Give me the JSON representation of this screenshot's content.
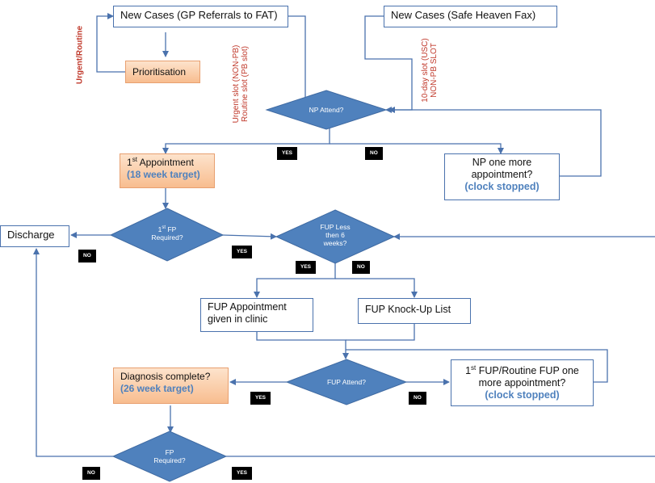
{
  "boxes": {
    "new_cases_gp": "New Cases (GP Referrals to FAT)",
    "new_cases_fax": "New Cases (Safe Heaven  Fax)",
    "prioritisation": "Prioritisation",
    "first_appointment_sup": "st",
    "first_appointment_prefix": "1",
    "first_appointment_text": " Appointment",
    "first_appointment_target": "(18 week target)",
    "np_one_more_line1": "NP one more",
    "np_one_more_line2": "appointment?",
    "np_one_more_clock": "(clock stopped)",
    "discharge": "Discharge",
    "fup_given_line1": "FUP Appointment",
    "fup_given_line2": "given in clinic",
    "fup_knockup": "FUP Knock-Up List",
    "diagnosis_complete": "Diagnosis complete?",
    "diagnosis_target": "(26 week target)",
    "fup_routine_prefix": "1",
    "fup_routine_sup": "st",
    "fup_routine_line1": " FUP/Routine FUP one",
    "fup_routine_line2": "more appointment?",
    "fup_routine_clock": "(clock stopped)"
  },
  "diamonds": {
    "np_attend": "NP Attend?",
    "first_fp_prefix": "1",
    "first_fp_sup": "st",
    "first_fp_text": " FP",
    "first_fp_line2": "Required?",
    "fup_less_line1": "FUP Less",
    "fup_less_line2": "then 6",
    "fup_less_line3": "weeks?",
    "fup_attend": "FUP Attend?",
    "fp_required_line1": "FP",
    "fp_required_line2": "Required?"
  },
  "tags": {
    "np_yes": "YES",
    "np_no": "NO",
    "fp1_no": "NO",
    "fp1_yes": "YES",
    "fup_less_yes": "YES",
    "fup_less_no": "NO",
    "fup_attend_yes": "YES",
    "fup_attend_no": "NO",
    "fp_no": "NO",
    "fp_yes": "YES"
  },
  "side_labels": {
    "urgent_routine": "Urgent/Routine",
    "urgent_slot_line1": "Urgent slot (NON-PB)",
    "urgent_slot_line2": "Routine slot (PB slot)",
    "ten_day_line1": "10-day slot (USC)",
    "ten_day_line2": "NON-PB SLOT"
  },
  "colors": {
    "diamond_fill": "#4f81bd",
    "line": "#4a72ad",
    "label_red": "#c0392b",
    "clock_blue": "#4f81bd",
    "orange_box": "#f8bd8f"
  }
}
